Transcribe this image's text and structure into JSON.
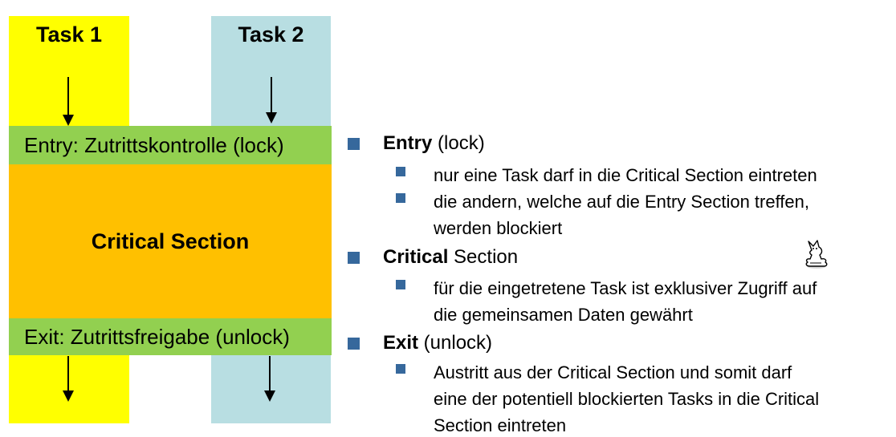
{
  "diagram": {
    "task1": {
      "label": "Task 1",
      "fill": "#FFFF00"
    },
    "task2": {
      "label": "Task 2",
      "fill": "#B8DEE2"
    },
    "entry": {
      "label": "Entry: Zutrittskontrolle (lock)",
      "fill": "#92D050"
    },
    "critical": {
      "label": "Critical Section",
      "fill": "#FFC000"
    },
    "exit": {
      "label": "Exit: Zutrittsfreigabe (unlock)",
      "fill": "#92D050"
    },
    "arrow_color": "#000000"
  },
  "bullets": {
    "bullet_color": "#36689C",
    "items": [
      {
        "bold": "Entry",
        "rest": " (lock)",
        "children": [
          {
            "lines": [
              "nur eine Task darf in die Critical Section eintreten"
            ]
          },
          {
            "lines": [
              "die andern, welche auf die Entry Section treffen,",
              "werden blockiert"
            ]
          }
        ]
      },
      {
        "bold": "Critical",
        "rest": " Section",
        "children": [
          {
            "lines": [
              "für die eingetretene Task ist exklusiver Zugriff auf",
              "die gemeinsamen Daten gewährt"
            ]
          }
        ]
      },
      {
        "bold": "Exit",
        "rest": " (unlock)",
        "children": [
          {
            "lines": [
              "Austritt aus der Critical Section und somit darf",
              "eine der potentiell blockierten Tasks in die Critical",
              "Section eintreten"
            ]
          }
        ]
      }
    ]
  },
  "decoration": {
    "sprite_icon": "pixel-animal-sprite"
  }
}
